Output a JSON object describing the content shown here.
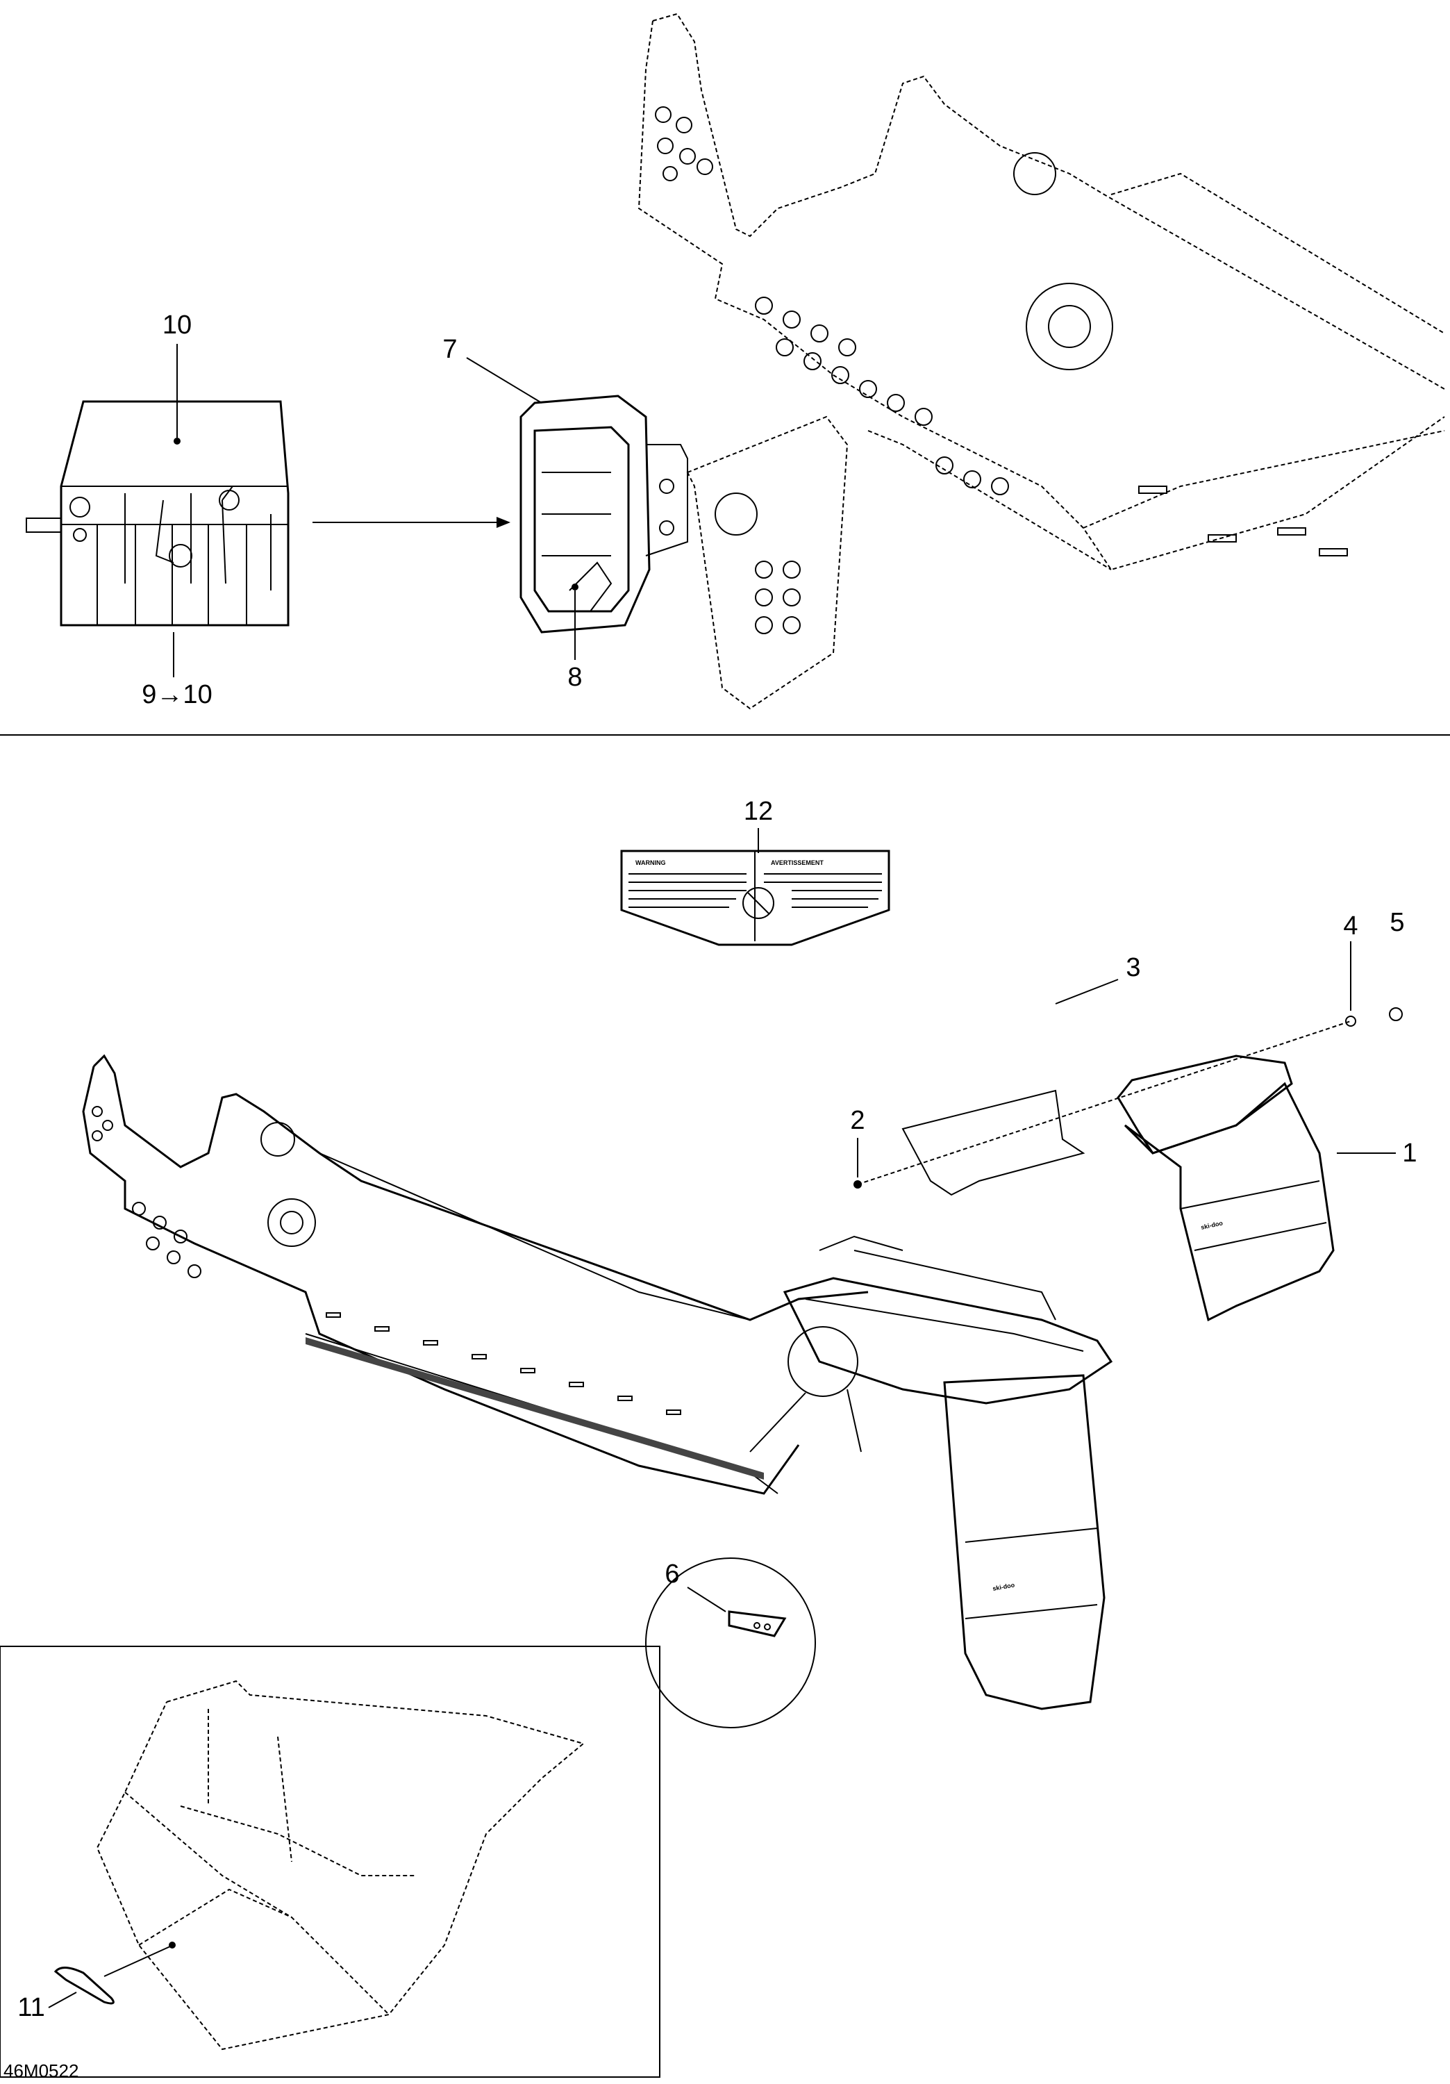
{
  "diagram": {
    "callouts": {
      "c1": "1",
      "c2": "2",
      "c3": "3",
      "c4": "4",
      "c5": "5",
      "c6": "6",
      "c7": "7",
      "c8": "8",
      "c9_10": "9→10",
      "c10": "10",
      "c11": "11",
      "c12": "12"
    },
    "drawing_code": "46M0522",
    "decal": {
      "left_heading": "WARNING",
      "right_heading": "AVERTISSEMENT"
    },
    "flap_brand": "ski-doo"
  }
}
